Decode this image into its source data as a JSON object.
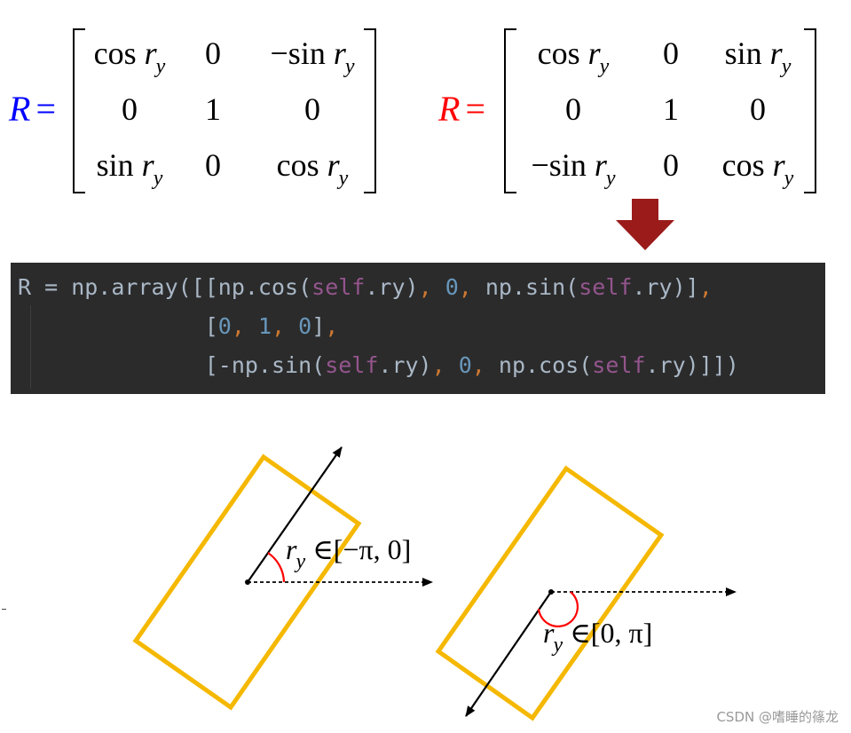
{
  "matrix_left": {
    "lhs": "R",
    "lhs_color": "#0000ff",
    "equals": "=",
    "rows": [
      [
        {
          "fn": "cos",
          "var": "r",
          "sub": "y"
        },
        {
          "text": "0"
        },
        {
          "fn": "−sin",
          "var": "r",
          "sub": "y"
        }
      ],
      [
        {
          "text": "0"
        },
        {
          "text": "1"
        },
        {
          "text": "0"
        }
      ],
      [
        {
          "fn": "sin",
          "var": "r",
          "sub": "y"
        },
        {
          "text": "0"
        },
        {
          "fn": "cos",
          "var": "r",
          "sub": "y"
        }
      ]
    ]
  },
  "matrix_right": {
    "lhs": "R",
    "lhs_color": "#ff0000",
    "equals": "=",
    "rows": [
      [
        {
          "fn": "cos",
          "var": "r",
          "sub": "y"
        },
        {
          "text": "0"
        },
        {
          "fn": "sin",
          "var": "r",
          "sub": "y"
        }
      ],
      [
        {
          "text": "0"
        },
        {
          "text": "1"
        },
        {
          "text": "0"
        }
      ],
      [
        {
          "fn": "−sin",
          "var": "r",
          "sub": "y"
        },
        {
          "text": "0"
        },
        {
          "fn": "cos",
          "var": "r",
          "sub": "y"
        }
      ]
    ]
  },
  "arrow_color": "#9b1b1b",
  "code": {
    "background": "#2b2b2b",
    "lines": [
      [
        {
          "t": "R = np.array([[np.cos(",
          "c": "default"
        },
        {
          "t": "self",
          "c": "self"
        },
        {
          "t": ".ry)",
          "c": "default"
        },
        {
          "t": ", ",
          "c": "punc"
        },
        {
          "t": "0",
          "c": "num"
        },
        {
          "t": ", ",
          "c": "punc"
        },
        {
          "t": "np.sin(",
          "c": "default"
        },
        {
          "t": "self",
          "c": "self"
        },
        {
          "t": ".ry)]",
          "c": "default"
        },
        {
          "t": ",",
          "c": "punc"
        }
      ],
      [
        {
          "t": "              [",
          "c": "default"
        },
        {
          "t": "0",
          "c": "num"
        },
        {
          "t": ", ",
          "c": "punc"
        },
        {
          "t": "1",
          "c": "num"
        },
        {
          "t": ", ",
          "c": "punc"
        },
        {
          "t": "0",
          "c": "num"
        },
        {
          "t": "]",
          "c": "default"
        },
        {
          "t": ",",
          "c": "punc"
        }
      ],
      [
        {
          "t": "              [-np.sin(",
          "c": "default"
        },
        {
          "t": "self",
          "c": "self"
        },
        {
          "t": ".ry)",
          "c": "default"
        },
        {
          "t": ", ",
          "c": "punc"
        },
        {
          "t": "0",
          "c": "num"
        },
        {
          "t": ", ",
          "c": "punc"
        },
        {
          "t": "np.cos(",
          "c": "default"
        },
        {
          "t": "self",
          "c": "self"
        },
        {
          "t": ".ry)]])",
          "c": "default"
        }
      ]
    ]
  },
  "diagram": {
    "box_color": "#f5b800",
    "arc_color": "#ff0000",
    "label_left": {
      "var": "r",
      "sub": "y",
      "rest": " ∈[−π,  0]"
    },
    "label_right": {
      "var": "r",
      "sub": "y",
      "rest": " ∈[0,  π]"
    }
  },
  "watermark": "CSDN @嗜睡的篠龙"
}
